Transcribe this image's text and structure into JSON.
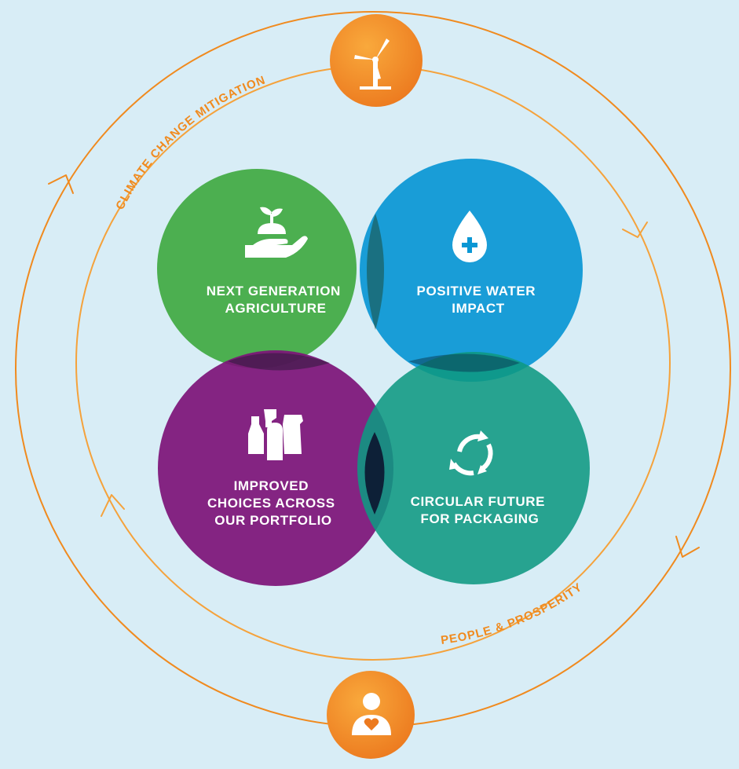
{
  "outer_themes": {
    "top": {
      "label": "CLIMATE CHANGE MITIGATION",
      "icon": "wind-turbine-icon"
    },
    "bottom": {
      "label": "PEOPLE & PROSPERITY",
      "icon": "person-heart-icon"
    }
  },
  "pillars": [
    {
      "line1": "NEXT GENERATION",
      "line2": "AGRICULTURE",
      "line3": "",
      "icon": "hand-seedling-icon",
      "color": "#4caf50"
    },
    {
      "line1": "POSITIVE WATER",
      "line2": "IMPACT",
      "line3": "",
      "icon": "water-drop-plus-icon",
      "color": "#0a97d4"
    },
    {
      "line1": "IMPROVED",
      "line2": "CHOICES ACROSS",
      "line3": "OUR PORTFOLIO",
      "icon": "bottles-packages-icon",
      "color": "#7d1478"
    },
    {
      "line1": "CIRCULAR FUTURE",
      "line2": "FOR PACKAGING",
      "line3": "",
      "icon": "recycle-arrows-icon",
      "color": "#0e9882"
    }
  ],
  "colors": {
    "background": "#d8edf6",
    "ring_orange": "#f08a1e",
    "ring_light_orange": "#f5a23b"
  }
}
